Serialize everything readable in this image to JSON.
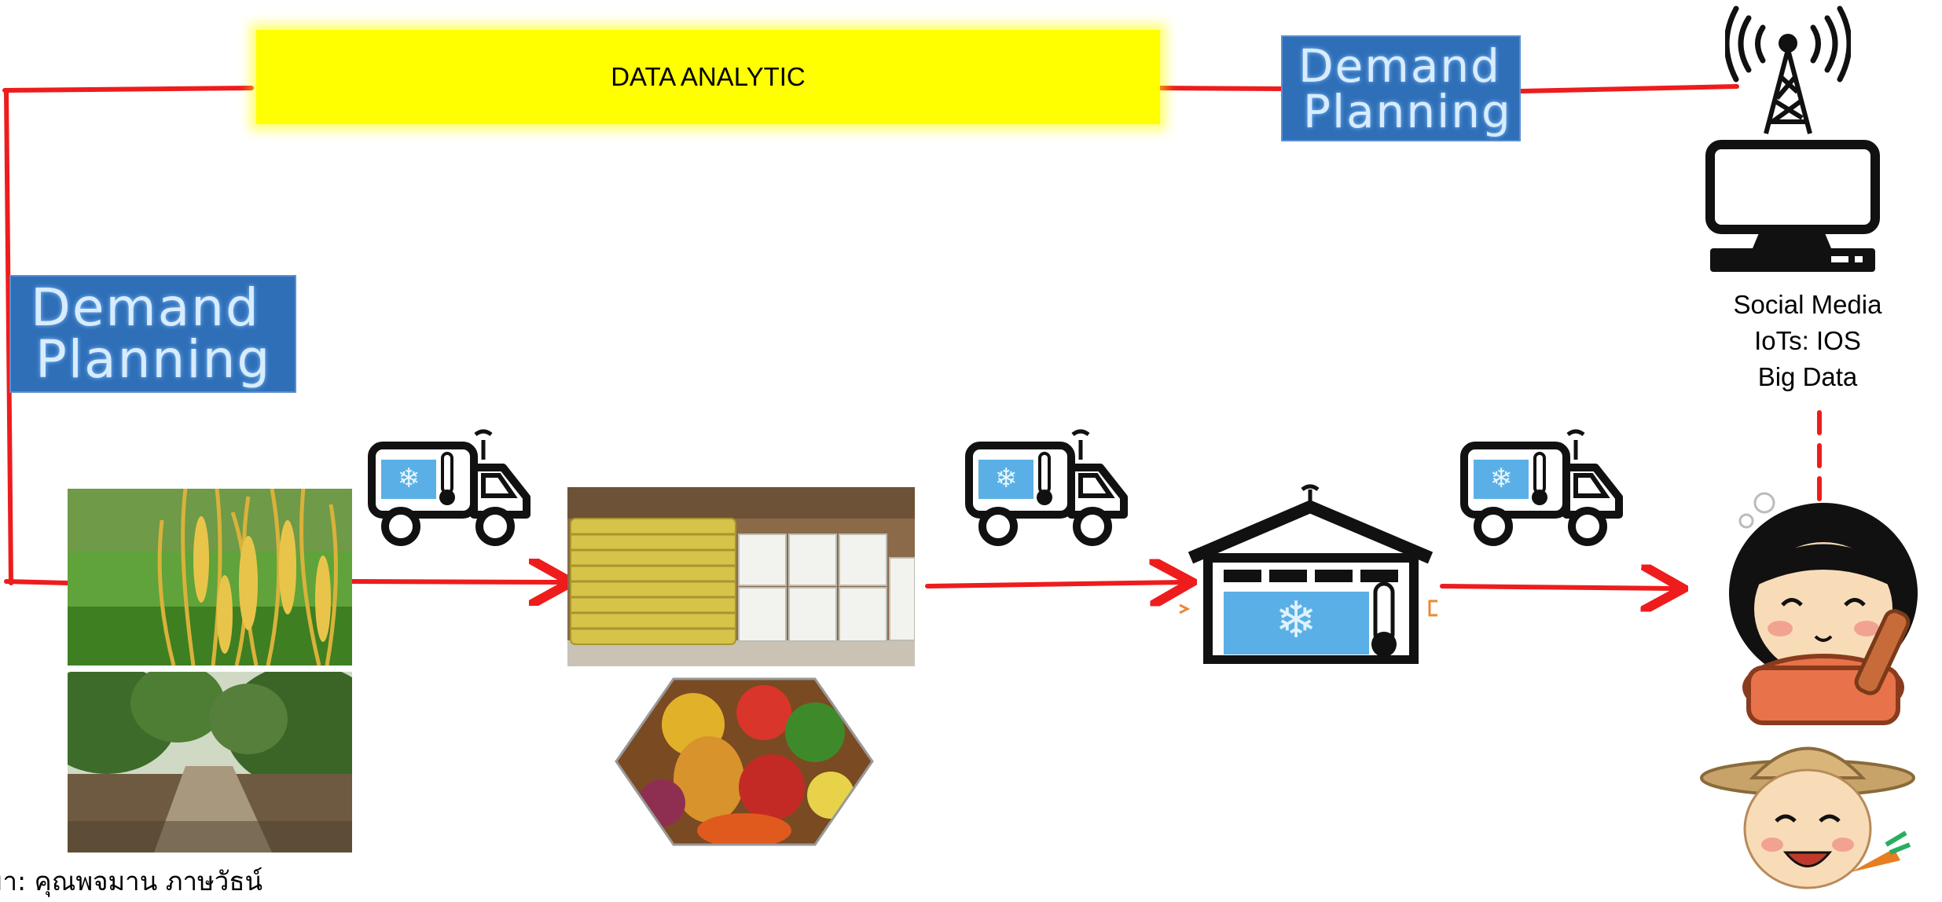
{
  "title_box": {
    "label": "DATA ANALYTIC",
    "color": "#ffff00"
  },
  "demand_planning_top": {
    "line1": "Demand",
    "line2": "Planning"
  },
  "demand_planning_left": {
    "line1": "Demand",
    "line2": "Planning"
  },
  "consumer_channels": {
    "line1": "Social Media",
    "line2": "IoTs: IOS",
    "line3": "Big Data"
  },
  "source_note": "ที่มา: คุณพจมาน ภาษวัธน์",
  "colors": {
    "connector": "#ee1c1c",
    "badge": "#2f6fb8",
    "highlight": "#ffff00"
  },
  "icons": [
    "broadcast-tower-icon",
    "computer-monitor-icon",
    "refrigerated-truck-icon",
    "cold-storage-icon"
  ]
}
